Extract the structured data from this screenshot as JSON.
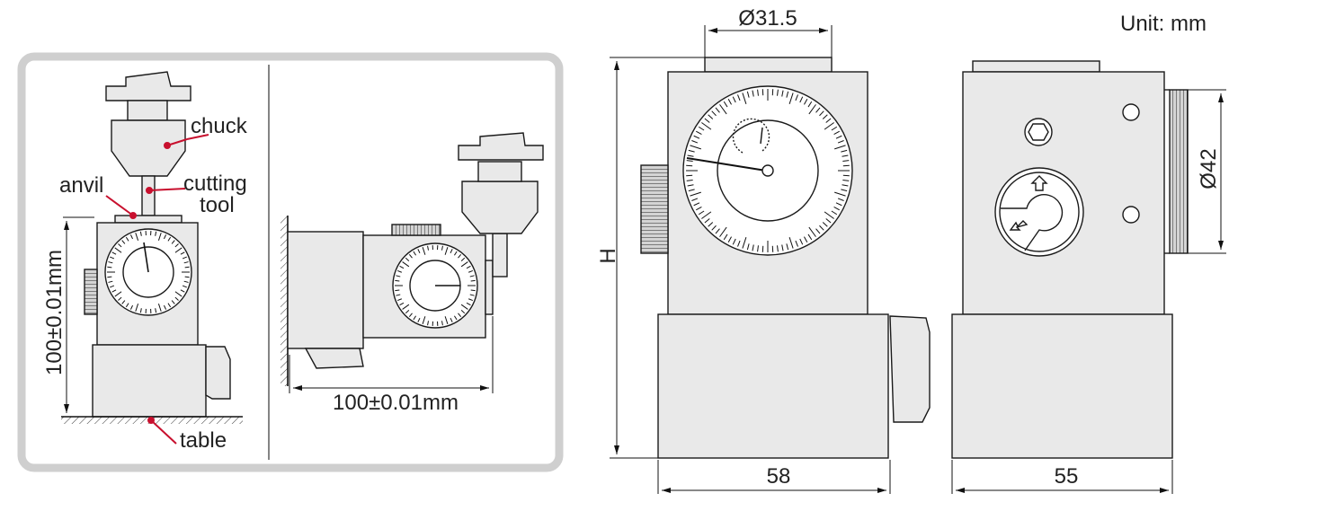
{
  "usage_panel": {
    "labels": {
      "chuck": "chuck",
      "cutting_tool_line1": "cutting",
      "cutting_tool_line2": "tool",
      "anvil": "anvil",
      "table": "table"
    },
    "height_dim": "100±0.01mm",
    "width_dim": "100±0.01mm"
  },
  "front_view": {
    "top_diameter": "Ø31.5",
    "height_label": "H",
    "width_dim": "58"
  },
  "side_view": {
    "knob_diameter": "Ø42",
    "width_dim": "55"
  },
  "unit_label": "Unit: mm",
  "colors": {
    "body_fill": "#e9e9e9",
    "outline": "#1a1a1a",
    "leader_red": "#c8102e",
    "panel_border": "#cfcfcf",
    "knurl_fill": "#bdbdbd"
  }
}
